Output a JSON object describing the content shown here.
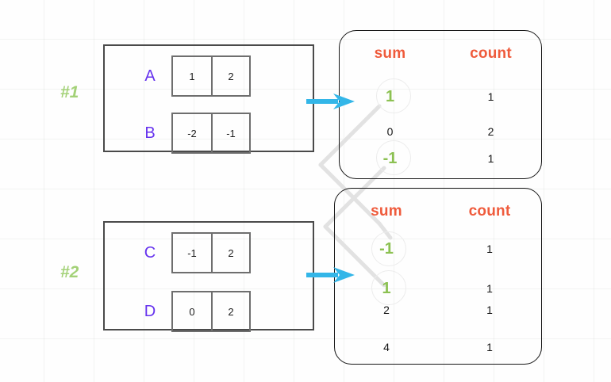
{
  "groups": [
    {
      "id": "g1",
      "label": "#1"
    },
    {
      "id": "g2",
      "label": "#2"
    }
  ],
  "input_panels": [
    {
      "group": "#1",
      "rows": [
        {
          "name": "A",
          "cells": [
            "1",
            "2"
          ]
        },
        {
          "name": "B",
          "cells": [
            "-2",
            "-1"
          ]
        }
      ]
    },
    {
      "group": "#2",
      "rows": [
        {
          "name": "C",
          "cells": [
            "-1",
            "2"
          ]
        },
        {
          "name": "D",
          "cells": [
            "0",
            "2"
          ]
        }
      ]
    }
  ],
  "agg_tables": [
    {
      "id": "agg-top",
      "headers": {
        "sum": "sum",
        "count": "count"
      },
      "rows": [
        {
          "sum": "1",
          "count": "1",
          "highlight": true
        },
        {
          "sum": "0",
          "count": "2",
          "highlight": false
        },
        {
          "sum": "-1",
          "count": "1",
          "highlight": true
        }
      ]
    },
    {
      "id": "agg-bottom",
      "headers": {
        "sum": "sum",
        "count": "count"
      },
      "rows": [
        {
          "sum": "-1",
          "count": "1",
          "highlight": true
        },
        {
          "sum": "1",
          "count": "1",
          "highlight": true
        },
        {
          "sum": "2",
          "count": "1",
          "highlight": false
        },
        {
          "sum": "4",
          "count": "1",
          "highlight": false
        }
      ]
    }
  ],
  "arrows": [
    {
      "name": "arrow-group1-to-agg-top",
      "color": "#33b6e8"
    },
    {
      "name": "arrow-group2-to-agg-bottom",
      "color": "#33b6e8"
    }
  ],
  "colors": {
    "group_label": "#a3d177",
    "row_name": "#6633ee",
    "agg_header": "#ef5b3c",
    "highlight_value": "#8cc152",
    "arrow": "#33b6e8",
    "link_line": "#e2e2e2",
    "panel_border": "#4a4a4a",
    "cell_border": "#6e6e6e",
    "agg_border": "#161616",
    "grid": "#c8cdc8"
  }
}
